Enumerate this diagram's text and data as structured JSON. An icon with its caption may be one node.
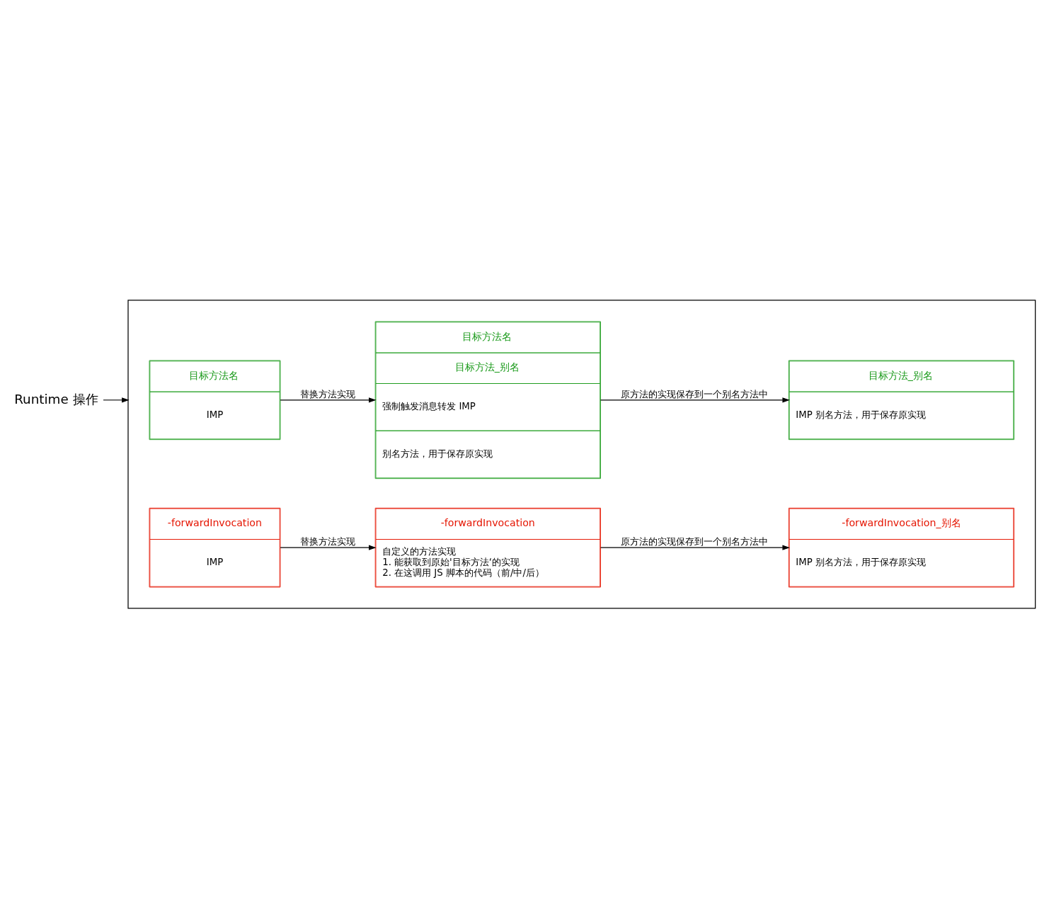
{
  "diagram": {
    "nodes": [
      {
        "text": [
          "Runtime 操作"
        ]
      },
      {
        "text": [],
        "shape": "box"
      },
      {
        "text": [
          "目标方法名",
          "IMP"
        ],
        "in": 1
      },
      {
        "text": [
          "目标方法名",
          "目标方法_别名",
          "强制触发消息转发 IMP",
          "别名方法，用于保存原实现"
        ],
        "in": 1
      },
      {
        "text": [
          "目标方法_别名",
          "IMP 别名方法，用于保存原实现"
        ],
        "in": 1
      },
      {
        "text": [
          "-forwardInvocation",
          "IMP"
        ],
        "in": 1
      },
      {
        "text": [
          "-forwardInvocation",
          "自定义的方法实现 1. 能获取到原始'目标方法‘的实现 2. 在这调用 JS 脚本的代码（前/中/后）"
        ],
        "in": 1
      },
      {
        "text": [
          "-forwardInvocation_别名",
          "IMP 别名方法，用于保存原实现"
        ],
        "in": 1
      }
    ],
    "edges": [
      {
        "from": 0,
        "to": 1,
        "arrow": "to"
      },
      {
        "from": 2,
        "to": 3,
        "arrow": "to",
        "label": "替换方法实现"
      },
      {
        "from": 3,
        "to": 4,
        "arrow": "to",
        "label": "原方法的实现保存到一个别名方法中"
      },
      {
        "from": 5,
        "to": 6,
        "arrow": "to",
        "label": "替换方法实现"
      },
      {
        "from": 6,
        "to": 7,
        "arrow": "to",
        "label": "原方法的实现保存到一个别名方法中"
      }
    ]
  }
}
